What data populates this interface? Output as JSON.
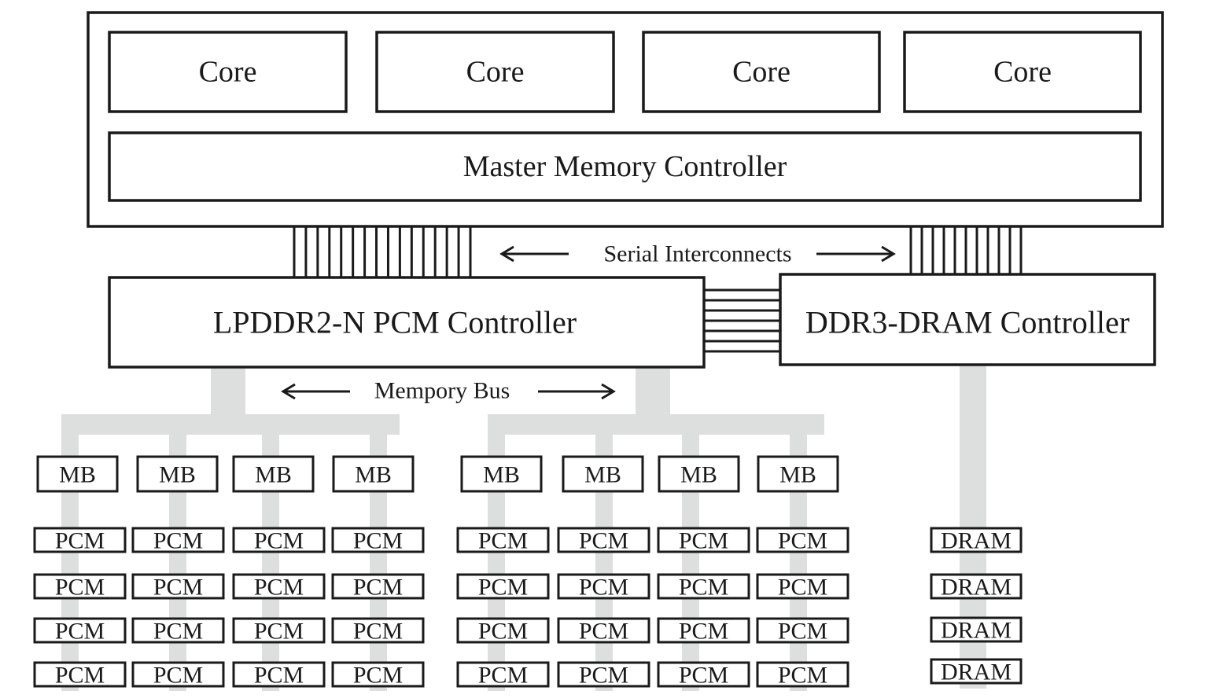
{
  "colors": {
    "stroke": "#1a1a1a",
    "bus": "#dcdfdd",
    "background": "#ffffff"
  },
  "processor": {
    "cores": [
      "Core",
      "Core",
      "Core",
      "Core"
    ],
    "master_controller": "Master Memory Controller"
  },
  "serial_interconnects_label": "Serial Interconnects",
  "pcm_controller_label": "LPDDR2-N PCM Controller",
  "dram_controller_label": "DDR3-DRAM Controller",
  "memory_bus_label": "Mempory Bus",
  "memory_buffer_label": "MB",
  "pcm_label": "PCM",
  "dram_label": "DRAM",
  "pcm_groups": [
    {
      "mb_count": 4,
      "pcm_rows": 4
    },
    {
      "mb_count": 4,
      "pcm_rows": 4
    }
  ],
  "dram_rows": 4
}
